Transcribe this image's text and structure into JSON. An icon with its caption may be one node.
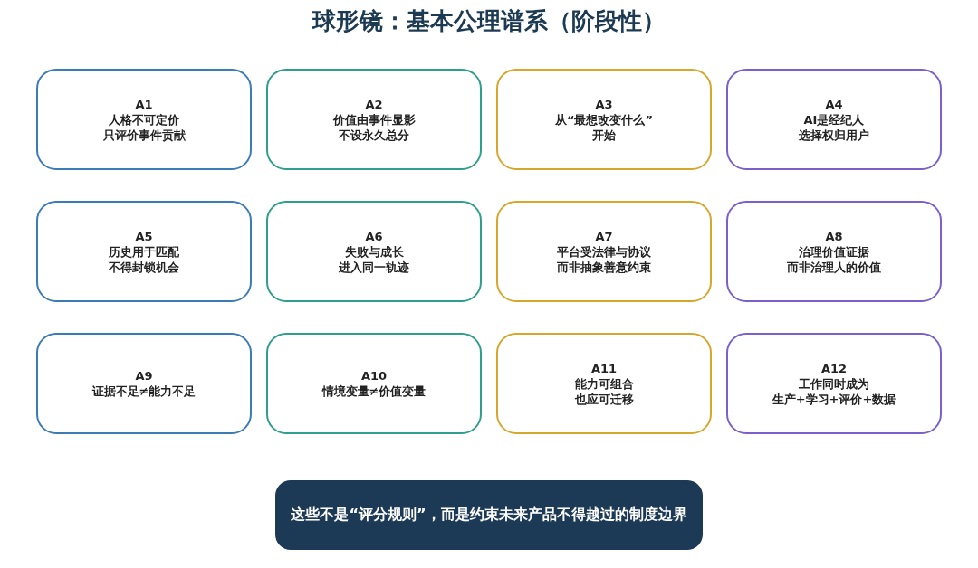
{
  "diagram": {
    "title": "球形镜：基本公理谱系（阶段性）",
    "nodes": [
      {
        "text": [
          "A1",
          "人格不可定价只评价事件贡献"
        ]
      },
      {
        "text": [
          "A2",
          "价值由事件显影不设永久总分"
        ]
      },
      {
        "text": [
          "A3",
          "从“最想改变什么”开始"
        ]
      },
      {
        "text": [
          "A4",
          "AI是经纪人选择权归用户"
        ]
      },
      {
        "text": [
          "A5",
          "历史用于匹配不得封锁机会"
        ]
      },
      {
        "text": [
          "A6",
          "失败与成长进入同一轨迹"
        ]
      },
      {
        "text": [
          "A7",
          "平台受法律与协议而非抽象善意约束"
        ]
      },
      {
        "text": [
          "A8",
          "治理价值证据而非治理人的价值"
        ]
      },
      {
        "text": [
          "A9",
          "证据不足≠能力不足"
        ]
      },
      {
        "text": [
          "A10",
          "情境变量≠价值变量"
        ]
      },
      {
        "text": [
          "A11",
          "能力可组合也应可迁移"
        ]
      },
      {
        "text": [
          "A12",
          "工作同时成为生产+学习+评价+数据"
        ]
      },
      {
        "text": [
          "这些不是“评分规则”，而是约束未来产品不得越过的制度边界"
        ]
      }
    ]
  }
}
